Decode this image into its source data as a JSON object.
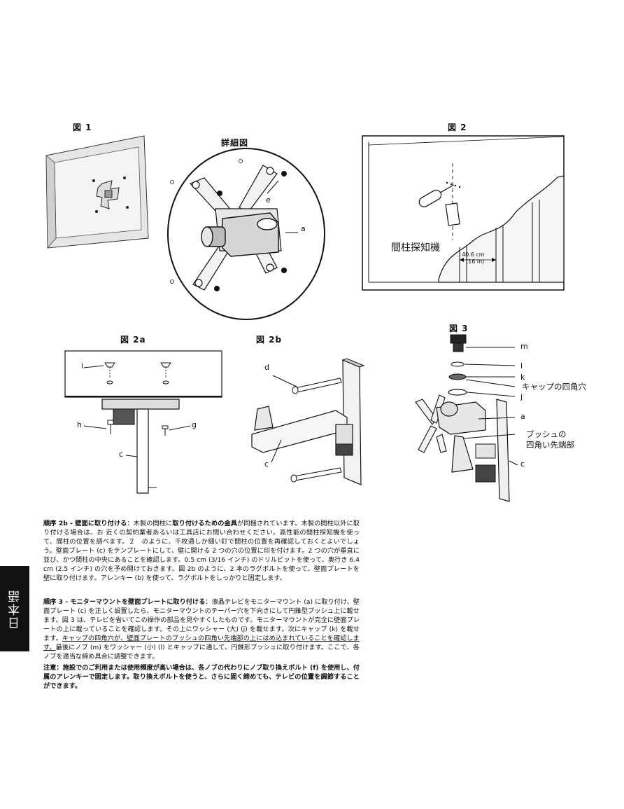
{
  "figures": {
    "fig1": {
      "title": "図 1",
      "detail_title": "詳細図",
      "callouts": {
        "e": "e",
        "a": "a"
      }
    },
    "fig2": {
      "title": "図 2",
      "stud_finder": "間柱探知機",
      "dim_cm": "40.6 cm",
      "dim_in": "(16 in)"
    },
    "fig2a": {
      "title": "図 2a",
      "callouts": {
        "i": "i",
        "h": "h",
        "g": "g",
        "c": "c"
      }
    },
    "fig2b": {
      "title": "図 2b",
      "callouts": {
        "d": "d",
        "c": "c"
      }
    },
    "fig3": {
      "title": "図 3",
      "callouts": {
        "m": "m",
        "l": "l",
        "k": "k",
        "cap_hole": "キャップの四角穴",
        "j": "j",
        "a": "a",
        "bush1": "ブッシュの",
        "bush2": "四角い先端部",
        "c": "c"
      }
    }
  },
  "text": {
    "p1_head": "順序 2b - 壁面に取り付ける",
    "p1_a": "：木製の間柱に",
    "p1_b": "取り付けるための金具",
    "p1_c": "が同梱されています。木製の間柱以外に取り付ける場合は、お 近くの契約業者あるいは工具店にお問い合わせください。高性能の間柱探知機を使って、間柱の位置を調べます。２　のように、千枚通しか細い釘で間柱の位置を再確認しておくとよいでしょう。壁面プレート (c) をテンプレートにして、壁に開ける 2 つの穴の位置に印を付けます。2 つの穴が垂直に並び、かつ間柱の中央にあることを確認します。0.5 cm (3/16 インチ) のドリルビットを使って、奥行き 6.4 cm (2.5 インチ) の穴を予め開けておきます。図 2b のように、2 本のラグボルトを使って、壁面プレートを壁に取り付けます。アレンキー (b) を使って、ラグボルトをしっかりと固定します。",
    "p2_head": "順序 3 - モニターマウントを壁面プレートに取り付ける",
    "p2_a": "：液晶テレビをモニターマウント (a) に取り付け、壁面プレート (c) を正しく設置したら、モニターマウントのテーパー穴を下向きにして円錐型ブッシュ上に載せます。図 3 は、テレビを省いてこの操作の部品を見やすくしたものです。モニターマウントが完全に壁面プレートの上に載っていることを確認します。その上にワッシャー (大) (j) を載せます。次にキャップ (k) を載せます。",
    "p2_u": "キャップの四角穴が、壁面プレートのブッシュの四角い先端部の上にはめ込まれていることを確認します。",
    "p2_b": "最後にノブ (m) をワッシャー (小) (l) とキャップに通して、円錐形ブッシュに取り付けます。ここで、各ノブを適当な締め具合に調整できます。",
    "p3": "注意：施設でのご利用または使用頻度が高い場合は、各ノブの代わりにノブ取り換えボルト (f) を使用し、付属のアレンキーで固定します。取り換えボルトを使うと、さらに固く締めても、テレビの位置を調節することができます。"
  },
  "language_tab": "日本語"
}
